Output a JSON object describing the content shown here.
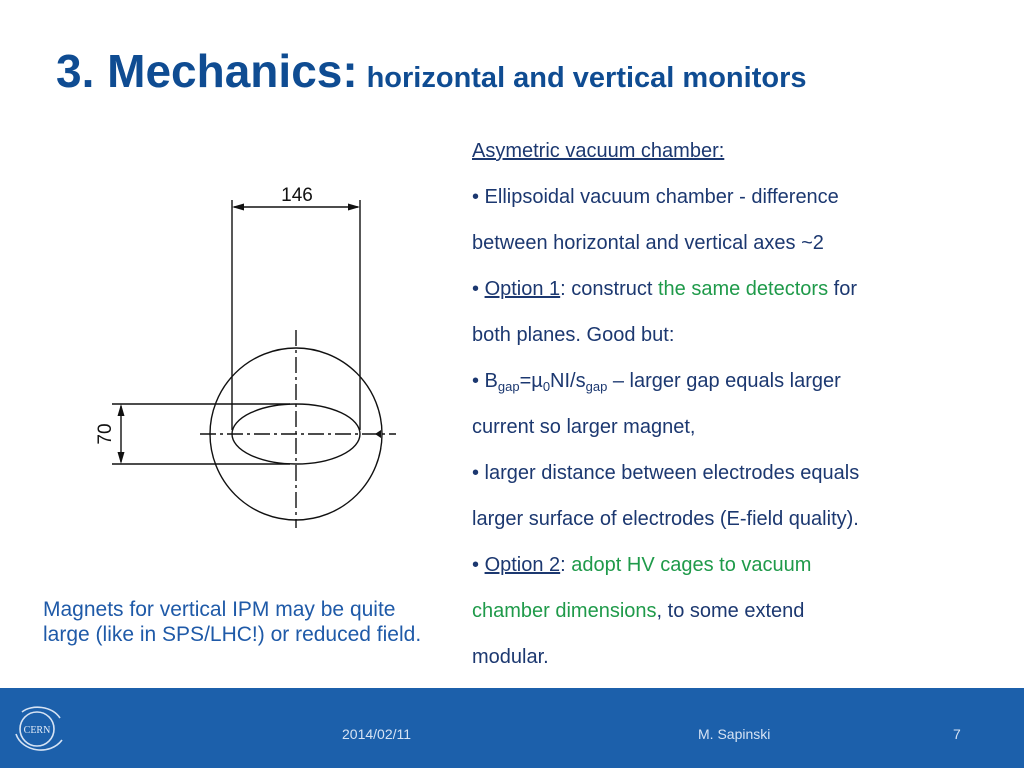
{
  "slide": {
    "title_main": "3. Mechanics:",
    "title_sub": "horizontal and vertical monitors"
  },
  "drawing": {
    "width_label": "146",
    "height_label": "70"
  },
  "content": {
    "heading": "Asymetric vacuum chamber:",
    "bullet1_line1": "• Ellipsoidal vacuum chamber - difference",
    "bullet1_line2": "between horizontal and vertical axes ~2",
    "bullet2_prefix": "• ",
    "bullet2_option": "Option 1",
    "bullet2_mid": ": construct ",
    "bullet2_green": "the same detectors",
    "bullet2_end": " for",
    "bullet2_line2": "both planes. Good but:",
    "bullet3_prefix": "• B",
    "bullet3_sub1": "gap",
    "bullet3_mid1": "=µ",
    "bullet3_sub2": "0",
    "bullet3_mid2": "NI/s",
    "bullet3_sub3": "gap",
    "bullet3_end": " – larger gap equals larger",
    "bullet3_line2": "current so larger magnet,",
    "bullet4_line1": "• larger distance between electrodes equals",
    "bullet4_line2": "larger surface of electrodes (E-field quality).",
    "bullet5_prefix": "• ",
    "bullet5_option": "Option 2",
    "bullet5_colon": ": ",
    "bullet5_green1": "adopt HV cages to vacuum",
    "bullet5_green2": "chamber dimensions",
    "bullet5_end": ", to some extend",
    "bullet5_line3": "modular."
  },
  "note": {
    "text": "Magnets for vertical IPM may be quite large (like in SPS/LHC!) or reduced field."
  },
  "footer": {
    "logo_text": "CERN",
    "date": "2014/02/11",
    "author": "M. Sapinski",
    "page": "7"
  },
  "colors": {
    "title": "#0f4c92",
    "body_text": "#1c3870",
    "highlight_green": "#1f9a4a",
    "footer_bg": "#1c60ab"
  }
}
